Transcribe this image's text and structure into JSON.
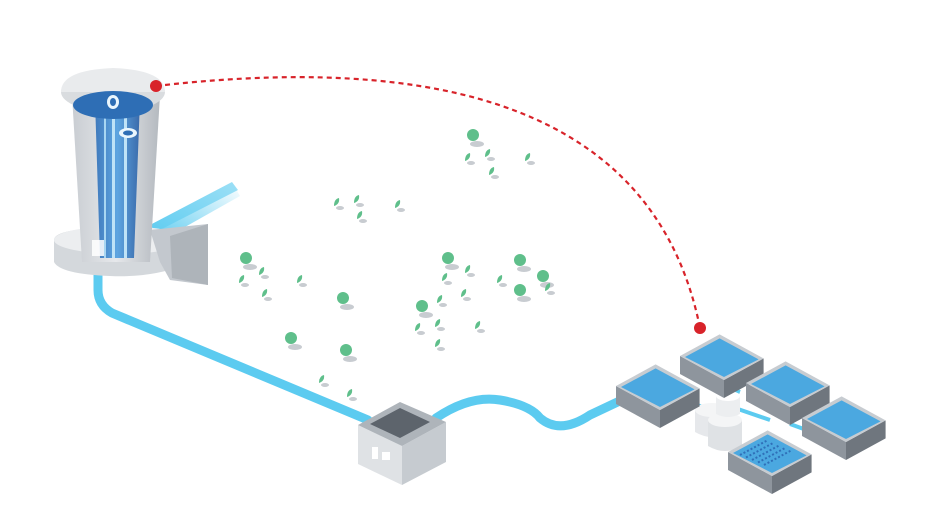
{
  "diagram": {
    "colors": {
      "water": "#5ccbf0",
      "link_line": "#d8232a",
      "concrete_light": "#e3e6ea",
      "concrete_mid": "#bfc4ca",
      "concrete_dark": "#8e959d",
      "tank_water": "#4ba8e0",
      "tree": "#5fbf8b",
      "tree_shadow": "#c8ccd1",
      "background": "#ffffff"
    },
    "components": [
      "intake-tower",
      "pump-house",
      "treatment-plant",
      "pipeline",
      "signal-link"
    ]
  }
}
